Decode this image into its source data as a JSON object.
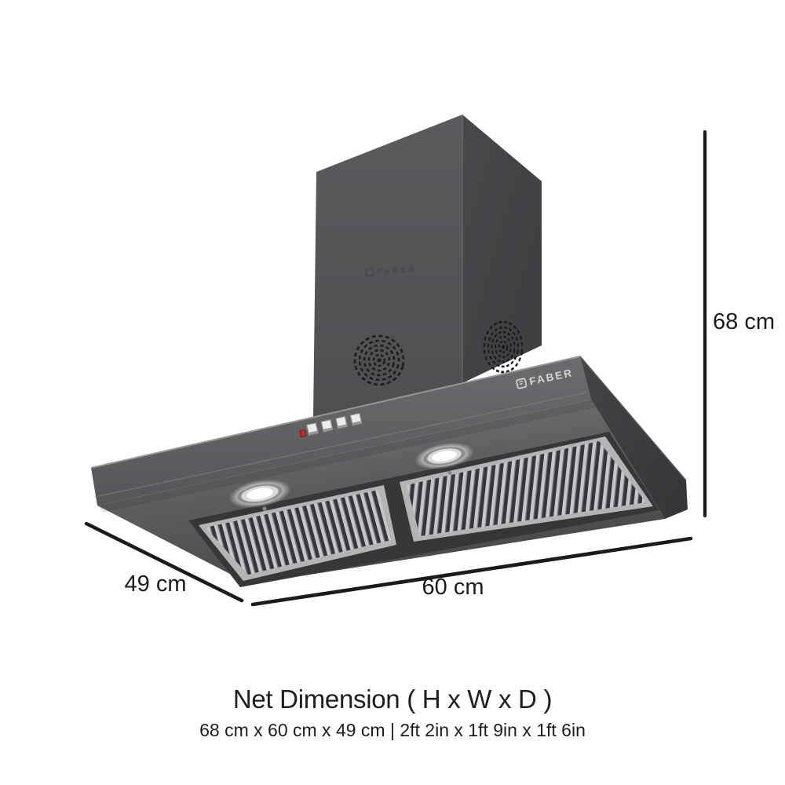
{
  "page": {
    "background": "#ffffff"
  },
  "brand": {
    "logo_text": "FABER",
    "embossed_text": "FABER"
  },
  "dimensions": {
    "height": {
      "label": "68 cm"
    },
    "width": {
      "label": "60 cm"
    },
    "depth": {
      "label": "49 cm"
    }
  },
  "footer": {
    "title": "Net Dimension ( H x W x D )",
    "subtitle": "68 cm x 60 cm x 49 cm | 2ft 2in x 1ft 9in x 1ft 6in"
  },
  "colors": {
    "body_gray": "#56565a",
    "dark_gray": "#3d3d40",
    "steel": "#c6c6c9",
    "indicator_red": "#b03028",
    "dimension_line": "#1b1b1b"
  }
}
